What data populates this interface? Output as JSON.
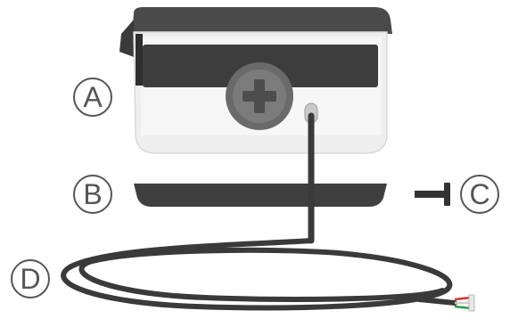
{
  "callouts": {
    "a": "A",
    "b": "B",
    "c": "C",
    "d": "D"
  },
  "colors": {
    "housing_dark": "#4a4a4a",
    "housing_clear": "#eeeeee",
    "base_plate": "#3f3f3f",
    "cable": "#3a3a3a",
    "callout_stroke": "#555555",
    "wire_red": "#d6332f",
    "wire_green": "#2e9b45",
    "wire_white": "#f2f2f2"
  },
  "icons": {
    "screw": "phillips-screw-icon"
  }
}
